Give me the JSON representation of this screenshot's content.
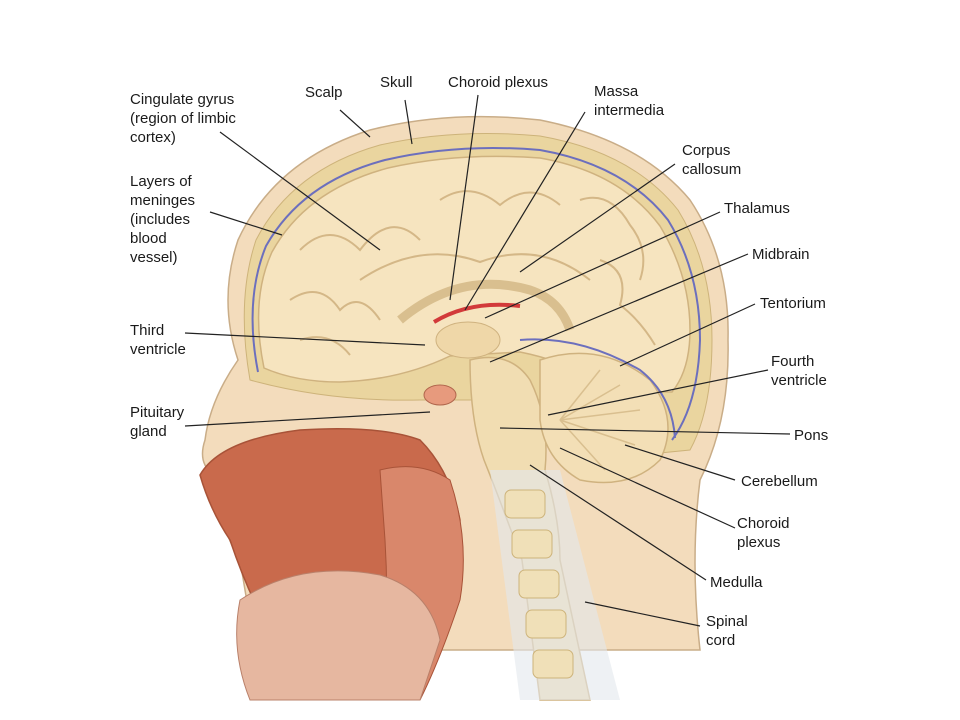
{
  "labels": {
    "cingulate_gyrus": "Cingulate gyrus\n(region of limbic\ncortex)",
    "scalp": "Scalp",
    "skull": "Skull",
    "choroid_plexus_top": "Choroid plexus",
    "massa_intermedia": "Massa\nintermedia",
    "corpus_callosum": "Corpus\ncallosum",
    "thalamus": "Thalamus",
    "layers_of_meninges": "Layers of\nmeninges\n(includes\nblood\nvessel)",
    "midbrain": "Midbrain",
    "tentorium": "Tentorium",
    "third_ventricle": "Third\nventricle",
    "fourth_ventricle": "Fourth\nventricle",
    "pituitary_gland": "Pituitary\ngland",
    "pons": "Pons",
    "cerebellum": "Cerebellum",
    "choroid_plexus_bottom": "Choroid\nplexus",
    "medulla": "Medulla",
    "spinal_cord": "Spinal\ncord"
  },
  "colors": {
    "skin": "#f2d9b8",
    "skull": "#ecd9a8",
    "brain": "#f5e3bd",
    "sulcus": "#d8bd8c",
    "meninges": "#6c6fbd",
    "nasal": "#c96a4c",
    "choroid": "#d23a3a",
    "spine": "#dfe4ea"
  }
}
